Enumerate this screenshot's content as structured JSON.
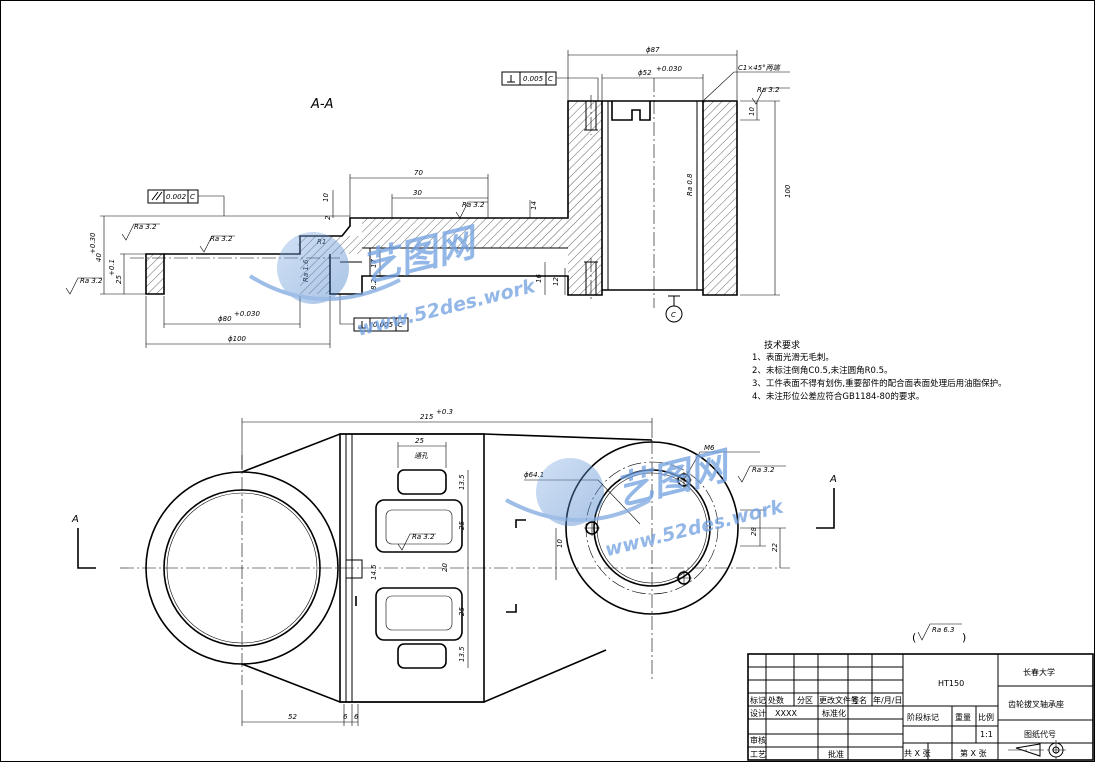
{
  "section_label": "A-A",
  "view_marks": {
    "left": "A",
    "right": "A",
    "datum": "C"
  },
  "dims_section": {
    "d87": "ϕ87",
    "d52": "ϕ52",
    "d52_tol": "+0.030",
    "chamfer": "C1×45°两端",
    "d70": "70",
    "d30": "30",
    "d100": "ϕ100",
    "d80": "ϕ80",
    "d80_tol": "+0.030",
    "h100": "100",
    "h10": "10",
    "h16": "16",
    "h12": "12",
    "h17": "17",
    "h8": "8.2",
    "h14": "14",
    "h10b": "10",
    "h2": "2",
    "r1": "R1",
    "h40": "40",
    "h40_tol": "+0.30",
    "h25": "25",
    "h25_tol": "+0.1"
  },
  "roughness": {
    "r32": "Ra 3.2",
    "r16": "Ra 1.6",
    "r08": "Ra 0.8",
    "r63": "Ra 6.3"
  },
  "tolerances": {
    "perp1": "0.005",
    "par1": "0.002",
    "perp2": "0.005",
    "datum": "C"
  },
  "dims_plan": {
    "total": "215",
    "total_tol": "+0.3",
    "w25": "25",
    "h135a": "13.5",
    "h25a": "25",
    "h20": "20",
    "h25b": "25",
    "h135b": "13.5",
    "w52": "52",
    "w6a": "6",
    "w6b": "6",
    "d64": "ϕ64.1",
    "m6": "M6",
    "v28": "28",
    "v22": "22",
    "v10": "10",
    "v145": "14.5",
    "hole_label": "通孔"
  },
  "notes": {
    "title": "技术要求",
    "items": [
      "1、表面光滑无毛刺。",
      "2、未标注倒角C0.5,未注圆角R0.5。",
      "3、工件表面不得有划伤,重要部件的配合面表面处理后用油脂保护。",
      "4、未注形位公差应符合GB1184-80的要求。"
    ]
  },
  "watermark": {
    "logo": "艺图网",
    "url": "www.52des.work"
  },
  "title_block": {
    "university": "长春大学",
    "material": "HT150",
    "part_name": "齿轮拔叉轴承座",
    "drawing_no": "图纸代号",
    "scale": "1:1",
    "labels": {
      "mark": "标记",
      "count": "处数",
      "zone": "分区",
      "change_doc": "更改文件号",
      "sign": "签名",
      "date": "年/月/日",
      "design": "设计",
      "design_name": "XXXX",
      "standardize": "标准化",
      "stage_mark": "阶段标记",
      "weight": "重量",
      "scale_label": "比例",
      "review": "审核",
      "process": "工艺",
      "approve": "批准",
      "total_sheets": "共 X 张",
      "sheet_no": "第 X 张"
    }
  }
}
